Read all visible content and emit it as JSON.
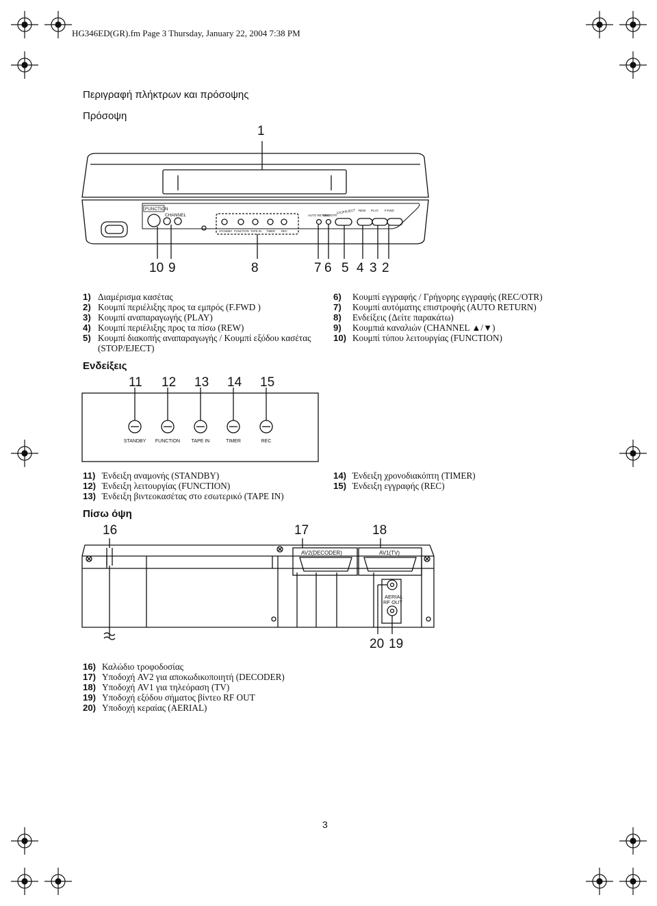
{
  "header": {
    "file_line": "HG346ED(GR).fm  Page 3  Thursday, January 22, 2004  7:38 PM"
  },
  "title": "Περιγραφή πλήκτρων και πρόσοψης",
  "front": {
    "heading": "Πρόσοψη",
    "callout_top": "1",
    "callouts_bottom": [
      "10",
      "9",
      "8",
      "7",
      "6",
      "5",
      "4",
      "3",
      "2"
    ],
    "panel_labels": {
      "function": "FUNCTION",
      "channel": "CHANNEL",
      "auto_return": "AUTO RETURN",
      "rec_otr": "REC/OTR",
      "stop_eject": "STOP/EJECT",
      "rew": "REW",
      "play": "PLAY",
      "ffwd": "F.FWD",
      "standby": "STANDBY",
      "function_small": "FUNCTION",
      "tape_in": "TAPE IN",
      "timer": "TIMER",
      "rec": "REC"
    }
  },
  "front_list_left": [
    {
      "num": "1)",
      "text": "Διαμέρισμα κασέτας"
    },
    {
      "num": "2)",
      "text": "Κουμπί περιέλιξης προς τα εμπρός (F.FWD )"
    },
    {
      "num": "3)",
      "text": "Κουμπί αναπαραγωγής (PLAY)"
    },
    {
      "num": "4)",
      "text": "Κουμπί περιέλιξης προς τα πίσω (REW)"
    },
    {
      "num": "5)",
      "text": "Κουμπί διακοπής αναπαραγωγής / Κουμπί εξόδου κασέτας"
    },
    {
      "num": "",
      "text": "(STOP/EJECT)"
    }
  ],
  "front_list_right": [
    {
      "num": "6)",
      "text": "Κουμπί εγγραφής / Γρήγορης εγγραφής (REC/OTR)"
    },
    {
      "num": "7)",
      "text": "Κουμπί αυτόματης επιστροφής (AUTO RETURN)"
    },
    {
      "num": "8)",
      "text": "Ενδείξεις (Δείτε παρακάτω)"
    },
    {
      "num": "9)",
      "text": "Κουμπιά καναλιών (CHANNEL ▲/▼)"
    },
    {
      "num": "10)",
      "text": "Κουμπί τύπου λειτουργίας (FUNCTION)"
    }
  ],
  "indicators": {
    "heading": "Ενδείξεις",
    "callouts": [
      "11",
      "12",
      "13",
      "14",
      "15"
    ],
    "labels": [
      "STANDBY",
      "FUNCTION",
      "TAPE IN",
      "TIMER",
      "REC"
    ]
  },
  "ind_list_left": [
    {
      "num": "11)",
      "text": "Ένδειξη αναμονής (STANDBY)"
    },
    {
      "num": "12)",
      "text": "Ένδειξη λειτουργίας (FUNCTION)"
    },
    {
      "num": "13)",
      "text": "Ένδειξη βιντεοκασέτας στο εσωτερικό (TAPE IN)"
    }
  ],
  "ind_list_right": [
    {
      "num": "14)",
      "text": "Ένδειξη χρονοδιακόπτη (TIMER)"
    },
    {
      "num": "15)",
      "text": "Ένδειξη εγγραφής (REC)"
    }
  ],
  "rear": {
    "heading": "Πίσω όψη",
    "callouts_top": [
      "16",
      "17",
      "18"
    ],
    "callouts_bottom": [
      "20",
      "19"
    ],
    "labels": {
      "av2": "AV2(DECODER)",
      "av1": "AV1(TV)",
      "aerial": "AERIAL",
      "rf_out": "RF OUT"
    }
  },
  "rear_list": [
    {
      "num": "16)",
      "text": "Καλώδιο τροφοδοσίας"
    },
    {
      "num": "17)",
      "text": "Υποδοχή AV2 για αποκωδικοποιητή (DECODER)"
    },
    {
      "num": "18)",
      "text": "Υποδοχή AV1 για τηλεόραση (TV)"
    },
    {
      "num": "19)",
      "text": "Υποδοχή εξόδου σήματος βίντεο RF OUT"
    },
    {
      "num": "20)",
      "text": "Υποδοχή κεραίας (AERIAL)"
    }
  ],
  "page_number": "3"
}
